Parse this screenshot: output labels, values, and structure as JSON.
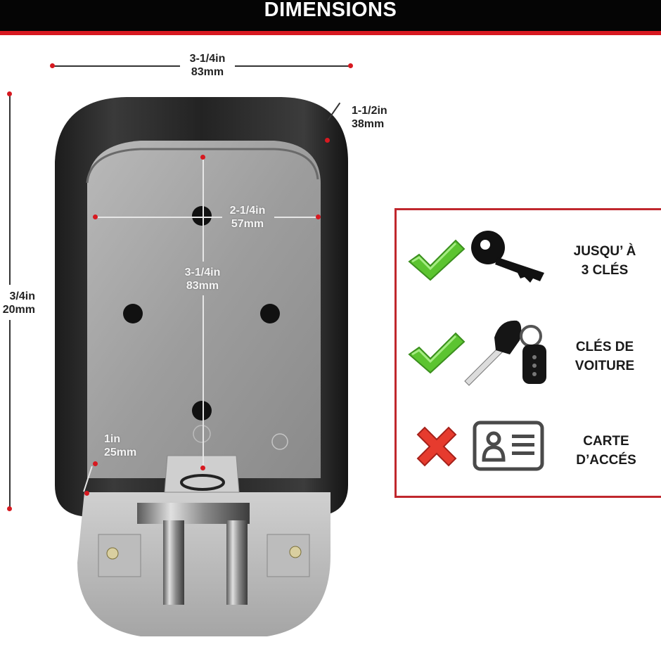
{
  "header": {
    "title": "DIMENSIONS"
  },
  "dimensions": {
    "width": {
      "imperial": "3-1/4in",
      "metric": "83mm"
    },
    "depth": {
      "imperial": "1-1/2in",
      "metric": "38mm"
    },
    "height": {
      "imperial": "3/4in",
      "metric": "20mm"
    },
    "inner_width": {
      "imperial": "2-1/4in",
      "metric": "57mm"
    },
    "inner_height": {
      "imperial": "3-1/4in",
      "metric": "83mm"
    },
    "base": {
      "imperial": "1in",
      "metric": "25mm"
    }
  },
  "features": [
    {
      "status": "check",
      "icon": "key-icon",
      "line1": "JUSQU’ À",
      "line2": "3 CLÉS"
    },
    {
      "status": "check",
      "icon": "car-key-icon",
      "line1": "CLÉS DE",
      "line2": "VOITURE"
    },
    {
      "status": "cross",
      "icon": "id-card-icon",
      "line1": "CARTE",
      "line2": "D’ACCÉS"
    }
  ],
  "colors": {
    "accent": "#d71920",
    "check": "#5cc430",
    "cross": "#e63b2e",
    "panel_border": "#c0272d"
  }
}
